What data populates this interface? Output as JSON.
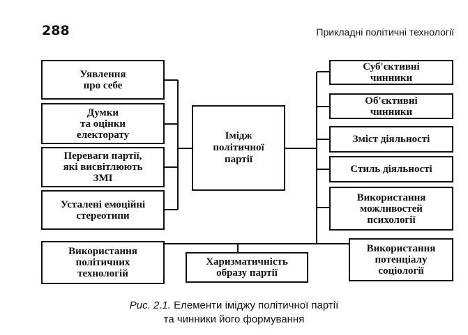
{
  "header": {
    "page_number": "288",
    "running_title": "Прикладні політичні технології"
  },
  "diagram": {
    "center": "Імідж\nполітичної\nпартії",
    "left_items": [
      "Уявлення\nпро себе",
      "Думки\nта оцінки\nелекторату",
      "Переваги партії,\nякі висвітлюють\nЗМІ",
      "Усталені емоційні\nстереотипи"
    ],
    "right_items": [
      "Суб'єктивні\nчинники",
      "Об'єктивні\nчинники",
      "Зміст діяльності",
      "Стиль діяльності",
      "Використання\nможливостей\nпсихології",
      "Використання\nпотенціалу\nсоціології"
    ],
    "bottom_left": "Використання\nполітичних\nтехнологій",
    "bottom_center": "Харизматичність\nобразу партії"
  },
  "caption": {
    "figure_label": "Рис. 2.1.",
    "title_line1": "Елементи іміджу політичної партії",
    "title_line2": "та чинники його формування"
  }
}
